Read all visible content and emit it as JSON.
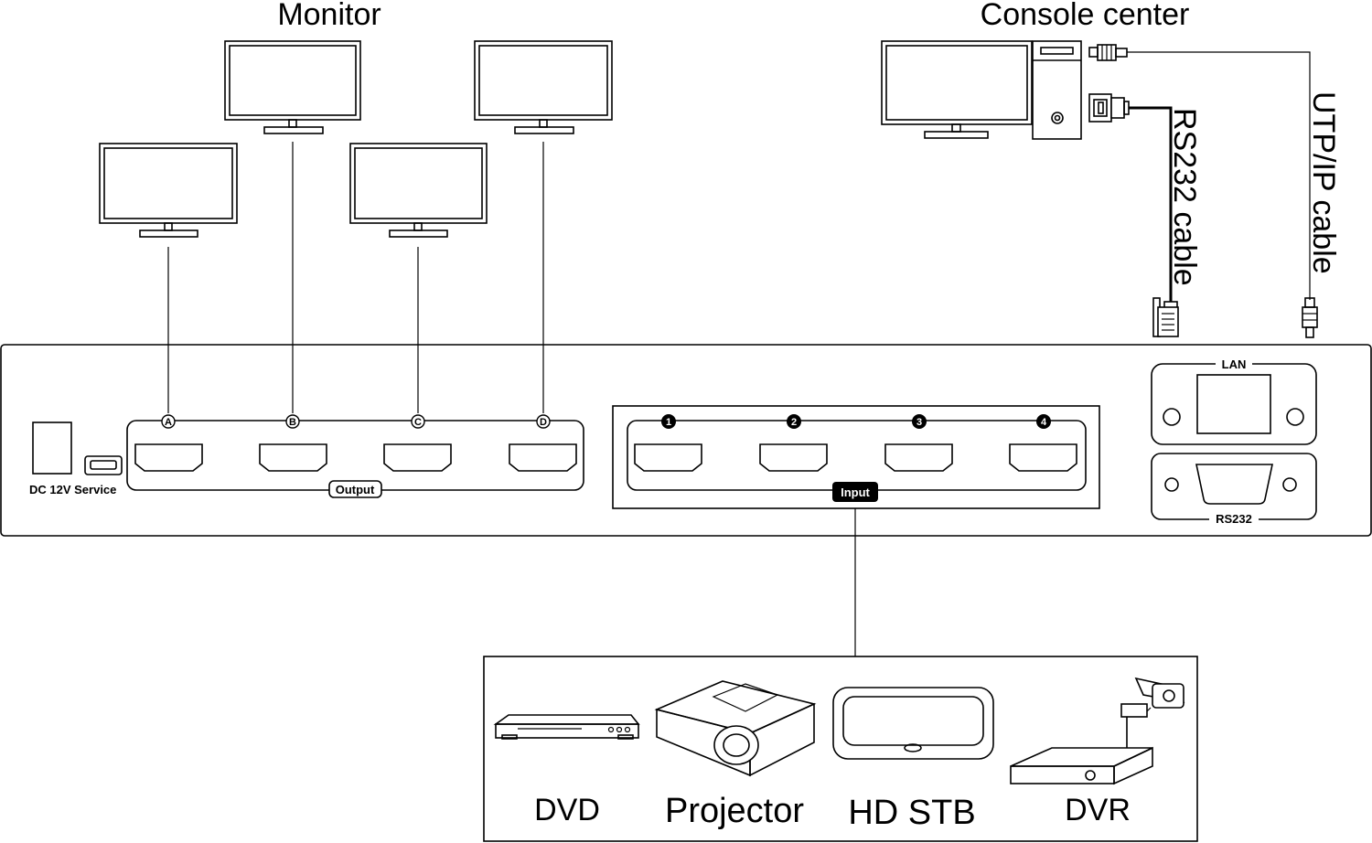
{
  "titles": {
    "monitor": "Monitor",
    "console": "Console center"
  },
  "cables": {
    "rs232": "RS232 cable",
    "utp": "UTP/IP cable"
  },
  "panel": {
    "dc_service": "DC 12V Service",
    "output_label": "Output",
    "input_label": "Input",
    "outputs": [
      "A",
      "B",
      "C",
      "D"
    ],
    "inputs": [
      "1",
      "2",
      "3",
      "4"
    ],
    "lan_label": "LAN",
    "rs232_label": "RS232"
  },
  "sources": {
    "dvd": "DVD",
    "projector": "Projector",
    "hdstb": "HD STB",
    "dvr": "DVR"
  }
}
